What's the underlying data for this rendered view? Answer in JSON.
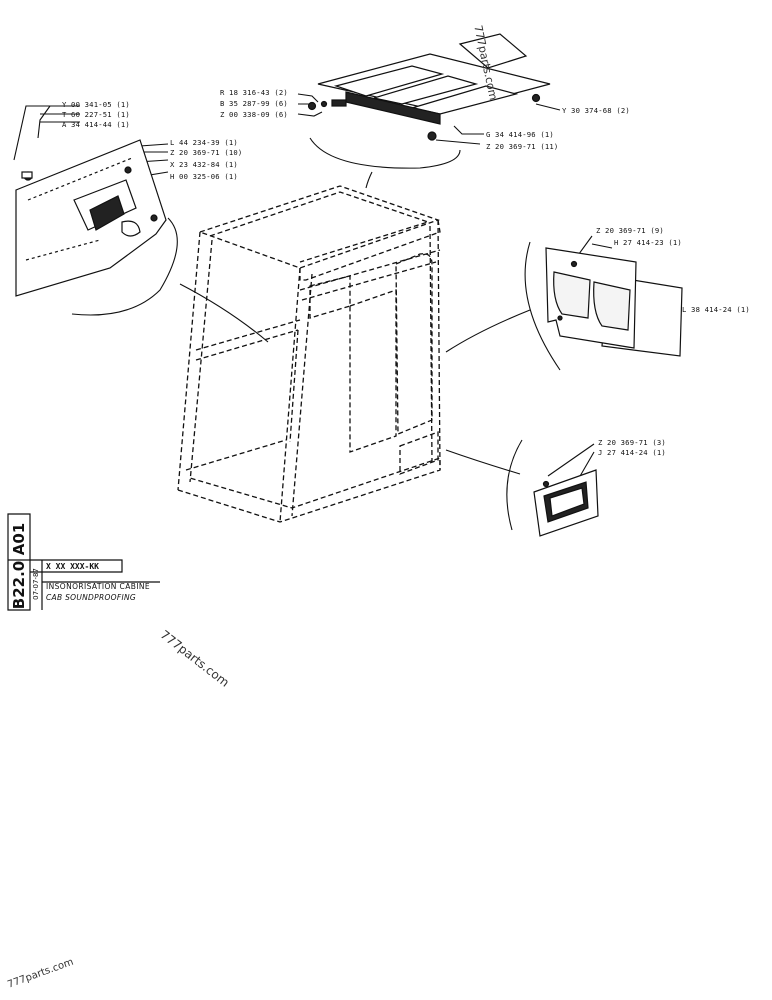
{
  "labels": {
    "top_left": [
      "Y 00 341-05 (1)",
      "T 60 227-51 (1)",
      "A 34 414-44 (1)"
    ],
    "top_left_inner": [
      "L 44 234-39 (1)",
      "Z 20 369-71 (10)",
      "X 23 432-84 (1)",
      "H 00 325-06 (1)"
    ],
    "top_center": [
      "R 18 316-43 (2)",
      "B 35 287-99 (6)",
      "Z 00 338-09 (6)"
    ],
    "top_right_bolt": "Y 30 374-68 (2)",
    "top_panel_bottom": [
      "G 34 414-96 (1)",
      "Z 20 369-71 (11)"
    ],
    "right_panel": [
      "Z 20 369-71 (9)",
      "H 27 414-23 (1)"
    ],
    "right_panel_side": "L 38 414-24 (1)",
    "right_lower": [
      "Z 20 369-71 (3)",
      "J 27 414-24 (1)"
    ]
  },
  "title_block": {
    "group": "A01",
    "page": "B22.0",
    "date": "07-07-87",
    "code": "X XX XXX-KK",
    "title_fr": "INSONORISATION CABINE",
    "title_en": "CAB SOUNDPROOFING"
  },
  "watermarks": [
    "777parts.com",
    "777parts.com",
    "777parts.com"
  ]
}
